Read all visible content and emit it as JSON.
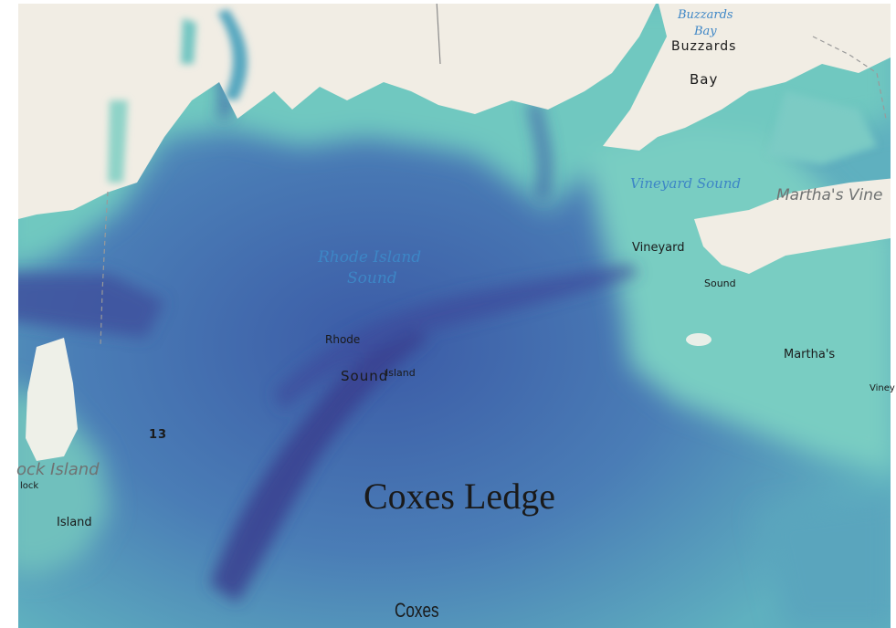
{
  "map": {
    "colors": {
      "land": "#f2efe6",
      "shallow_water": "#7fd2c4",
      "mid_water": "#4aa3b8",
      "deep_water": "#3d6fae",
      "deepest_water": "#3b4a99",
      "basemap_water_label": "#3d86c6",
      "overlay_label": "#1a1a1a",
      "land_label": "#6f7272"
    },
    "basemap_labels": {
      "buzzards_bay": "Buzzards Bay",
      "buzzards_bay_line1": "Buzzards",
      "buzzards_bay_line2": "Bay",
      "vineyard_sound": "Vineyard Sound",
      "marthas_vineyard": "Martha's Vine",
      "rhode_island_sound_line1": "Rhode Island",
      "rhode_island_sound_line2": "Sound",
      "block_island": "ock Island",
      "block_island_small": "lock"
    },
    "overlay_labels": {
      "buzzards": "Buzzards",
      "bay": "Bay",
      "vineyard": "Vineyard",
      "sound_east": "Sound",
      "marthas": "Martha's",
      "viney": "Viney",
      "rhode": "Rhode",
      "sound_center": "Sound",
      "island_center": "Island",
      "depth_13": "13",
      "island_west": "Island",
      "coxes_ledge": "Coxes Ledge",
      "coxes": "Coxes"
    }
  }
}
